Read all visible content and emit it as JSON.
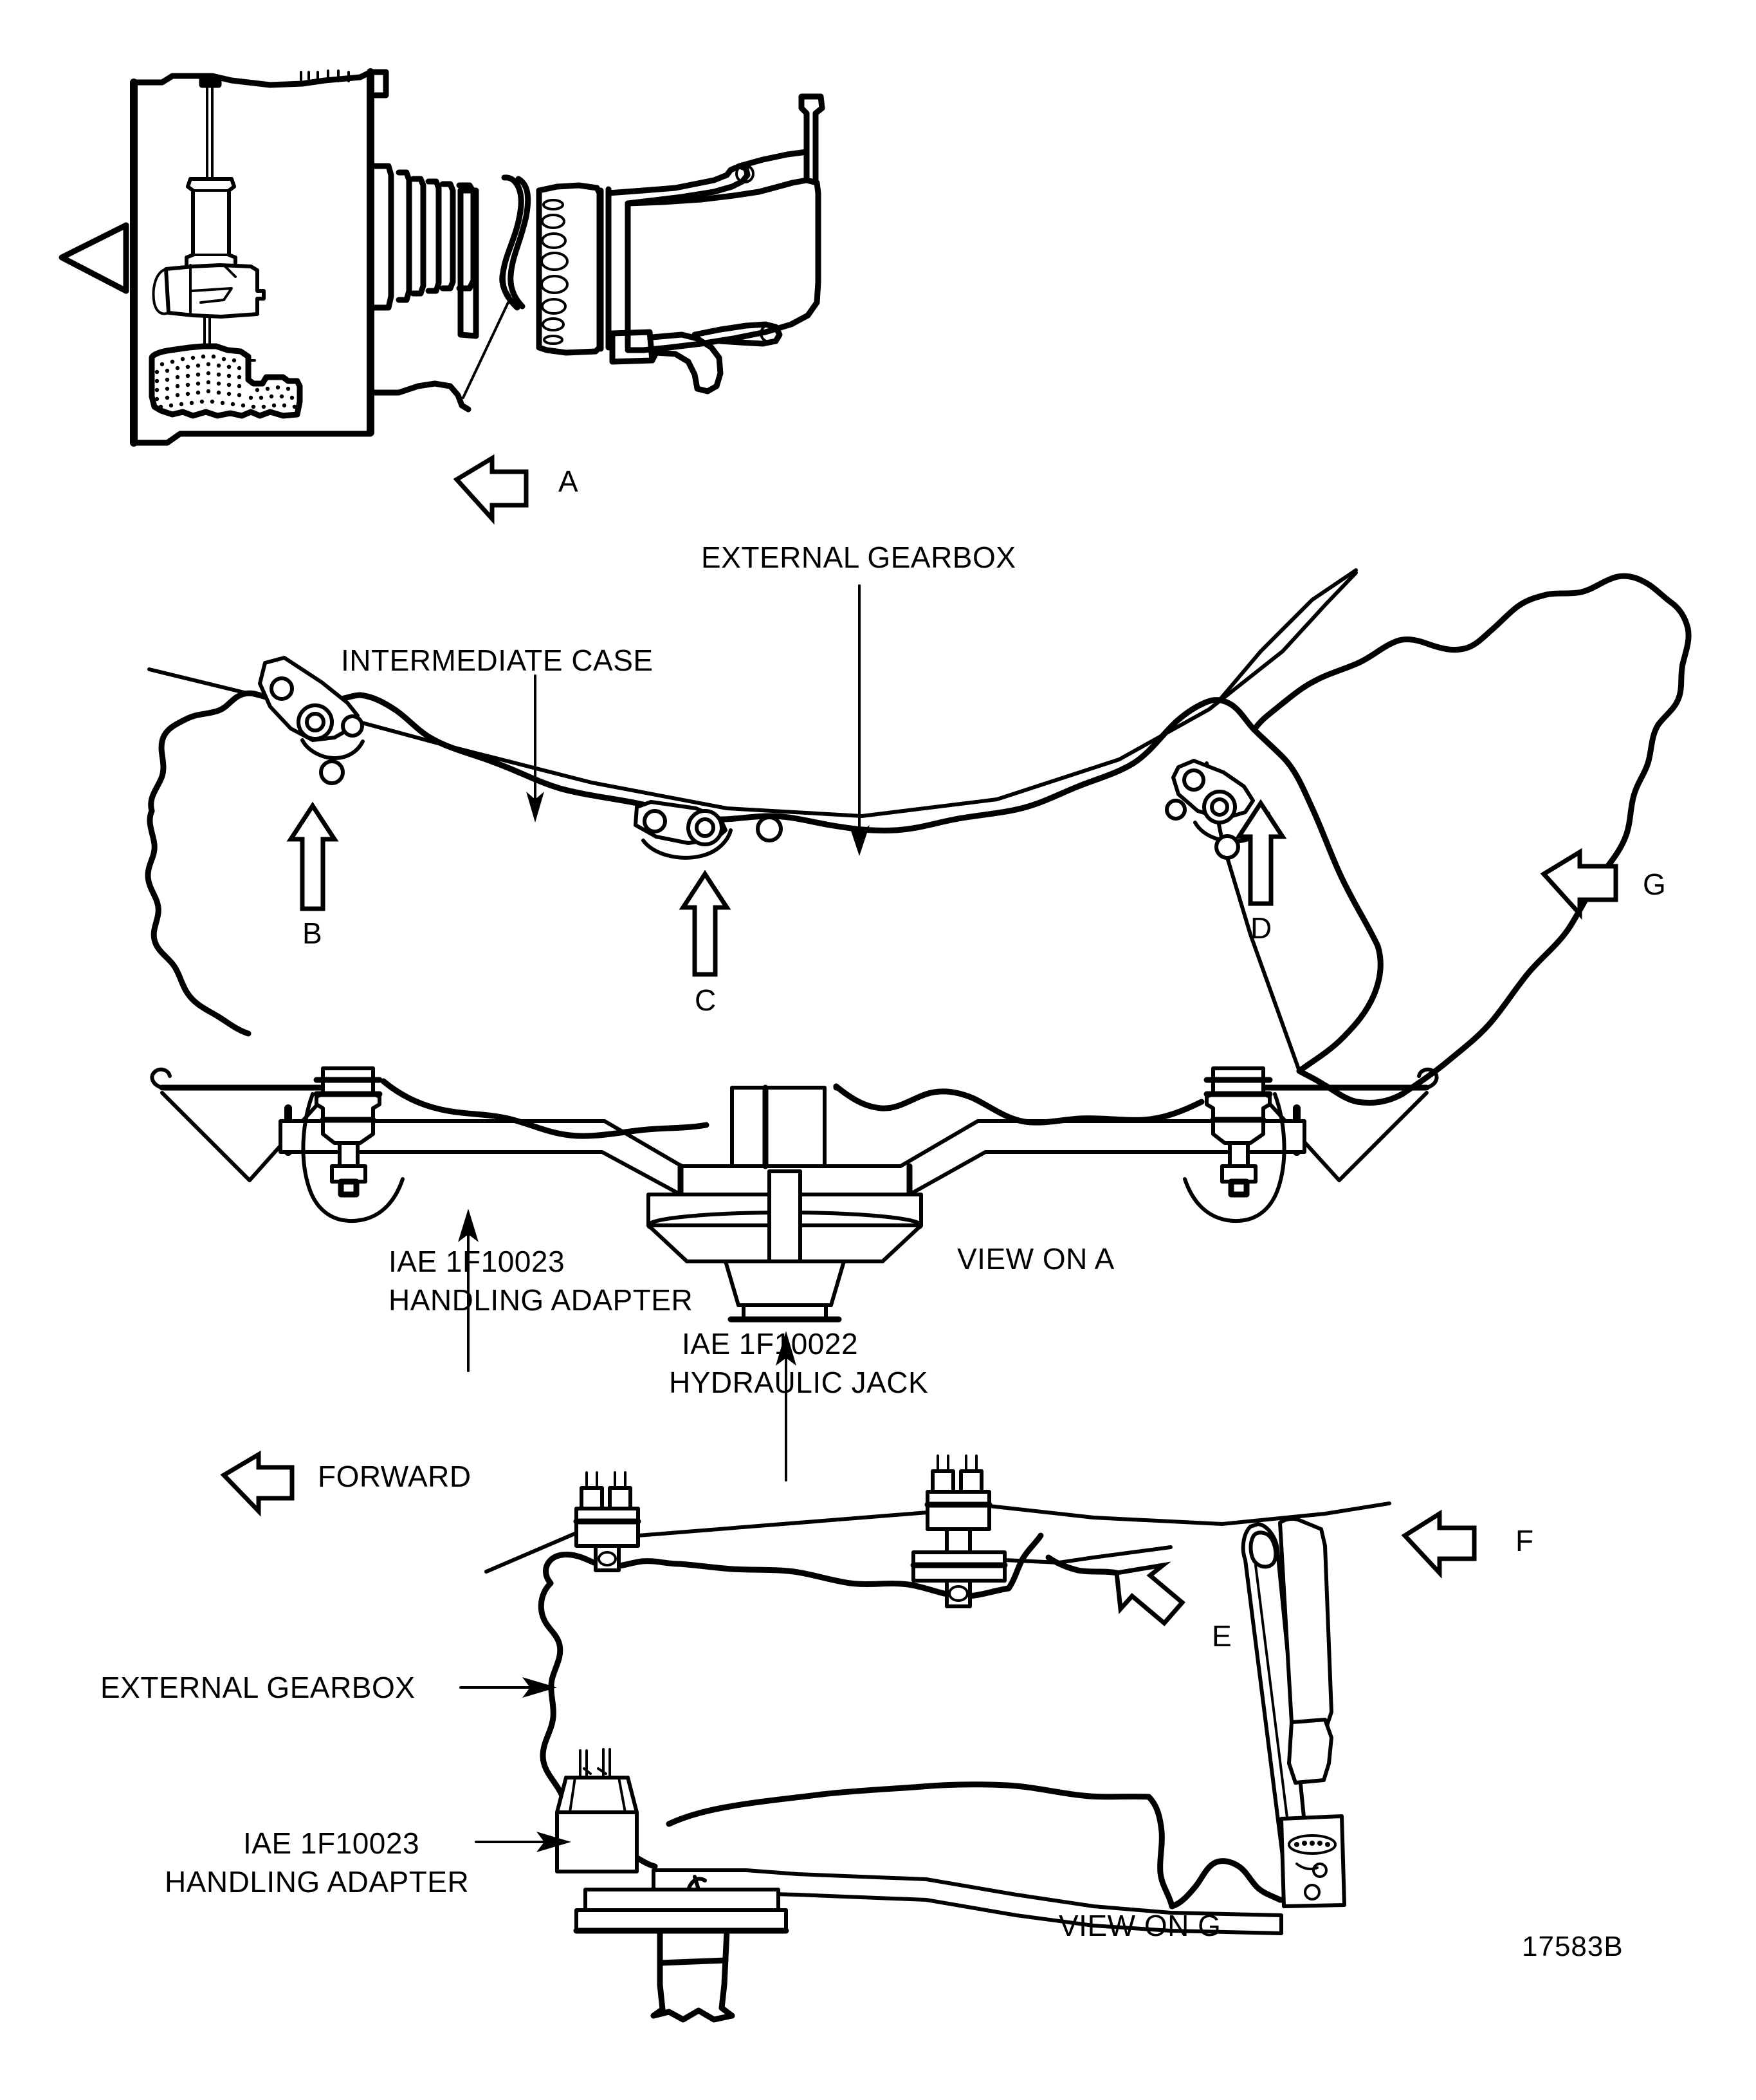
{
  "figure": {
    "number": "17583B",
    "type": "technical-illustration",
    "subject": "External gearbox removal / installation using handling adapter and hydraulic jack"
  },
  "views": {
    "top": {
      "name": "engine-overall-view",
      "view_arrow": {
        "label": "A",
        "direction": "left"
      }
    },
    "middle": {
      "name": "view-on-a",
      "caption": "VIEW ON A",
      "callouts": [
        {
          "label": "EXTERNAL GEARBOX",
          "pointer": "down"
        },
        {
          "label": "INTERMEDIATE CASE",
          "pointer": "down"
        },
        {
          "label": "IAE 1F10023\nHANDLING ADAPTER",
          "line1": "IAE 1F10023",
          "line2": "HANDLING ADAPTER",
          "pointer": "up"
        },
        {
          "label": "IAE 1F10022\nHYDRAULIC JACK",
          "line1": "IAE 1F10022",
          "line2": "HYDRAULIC JACK",
          "pointer": "up"
        }
      ],
      "view_arrows": [
        {
          "label": "B",
          "direction": "up"
        },
        {
          "label": "C",
          "direction": "up"
        },
        {
          "label": "D",
          "direction": "up"
        },
        {
          "label": "G",
          "direction": "left"
        }
      ]
    },
    "orientation": {
      "label": "FORWARD",
      "direction": "left"
    },
    "bottom": {
      "name": "view-on-g",
      "caption": "VIEW ON G",
      "callouts": [
        {
          "label": "EXTERNAL GEARBOX",
          "pointer": "right"
        },
        {
          "label": "IAE 1F10023\nHANDLING ADAPTER",
          "line1": "IAE 1F10023",
          "line2": "HANDLING ADAPTER",
          "pointer": "right"
        }
      ],
      "view_arrows": [
        {
          "label": "E",
          "direction": "up-left"
        },
        {
          "label": "F",
          "direction": "left"
        }
      ]
    }
  },
  "labels": {
    "a": "A",
    "b": "B",
    "c": "C",
    "d": "D",
    "e": "E",
    "f": "F",
    "g": "G",
    "external_gearbox": "EXTERNAL GEARBOX",
    "intermediate_case": "INTERMEDIATE CASE",
    "adapter_pn": "IAE 1F10023",
    "adapter_name": "HANDLING ADAPTER",
    "jack_pn": "IAE 1F10022",
    "jack_name": "HYDRAULIC JACK",
    "view_on_a": "VIEW ON A",
    "view_on_g": "VIEW ON G",
    "forward": "FORWARD",
    "external_gearbox_bottom": "EXTERNAL GEARBOX",
    "adapter_pn_bottom": "IAE 1F10023",
    "adapter_name_bottom": "HANDLING ADAPTER",
    "figure_number": "17583B"
  },
  "colors": {
    "ink": "#000000",
    "paper": "#ffffff"
  }
}
